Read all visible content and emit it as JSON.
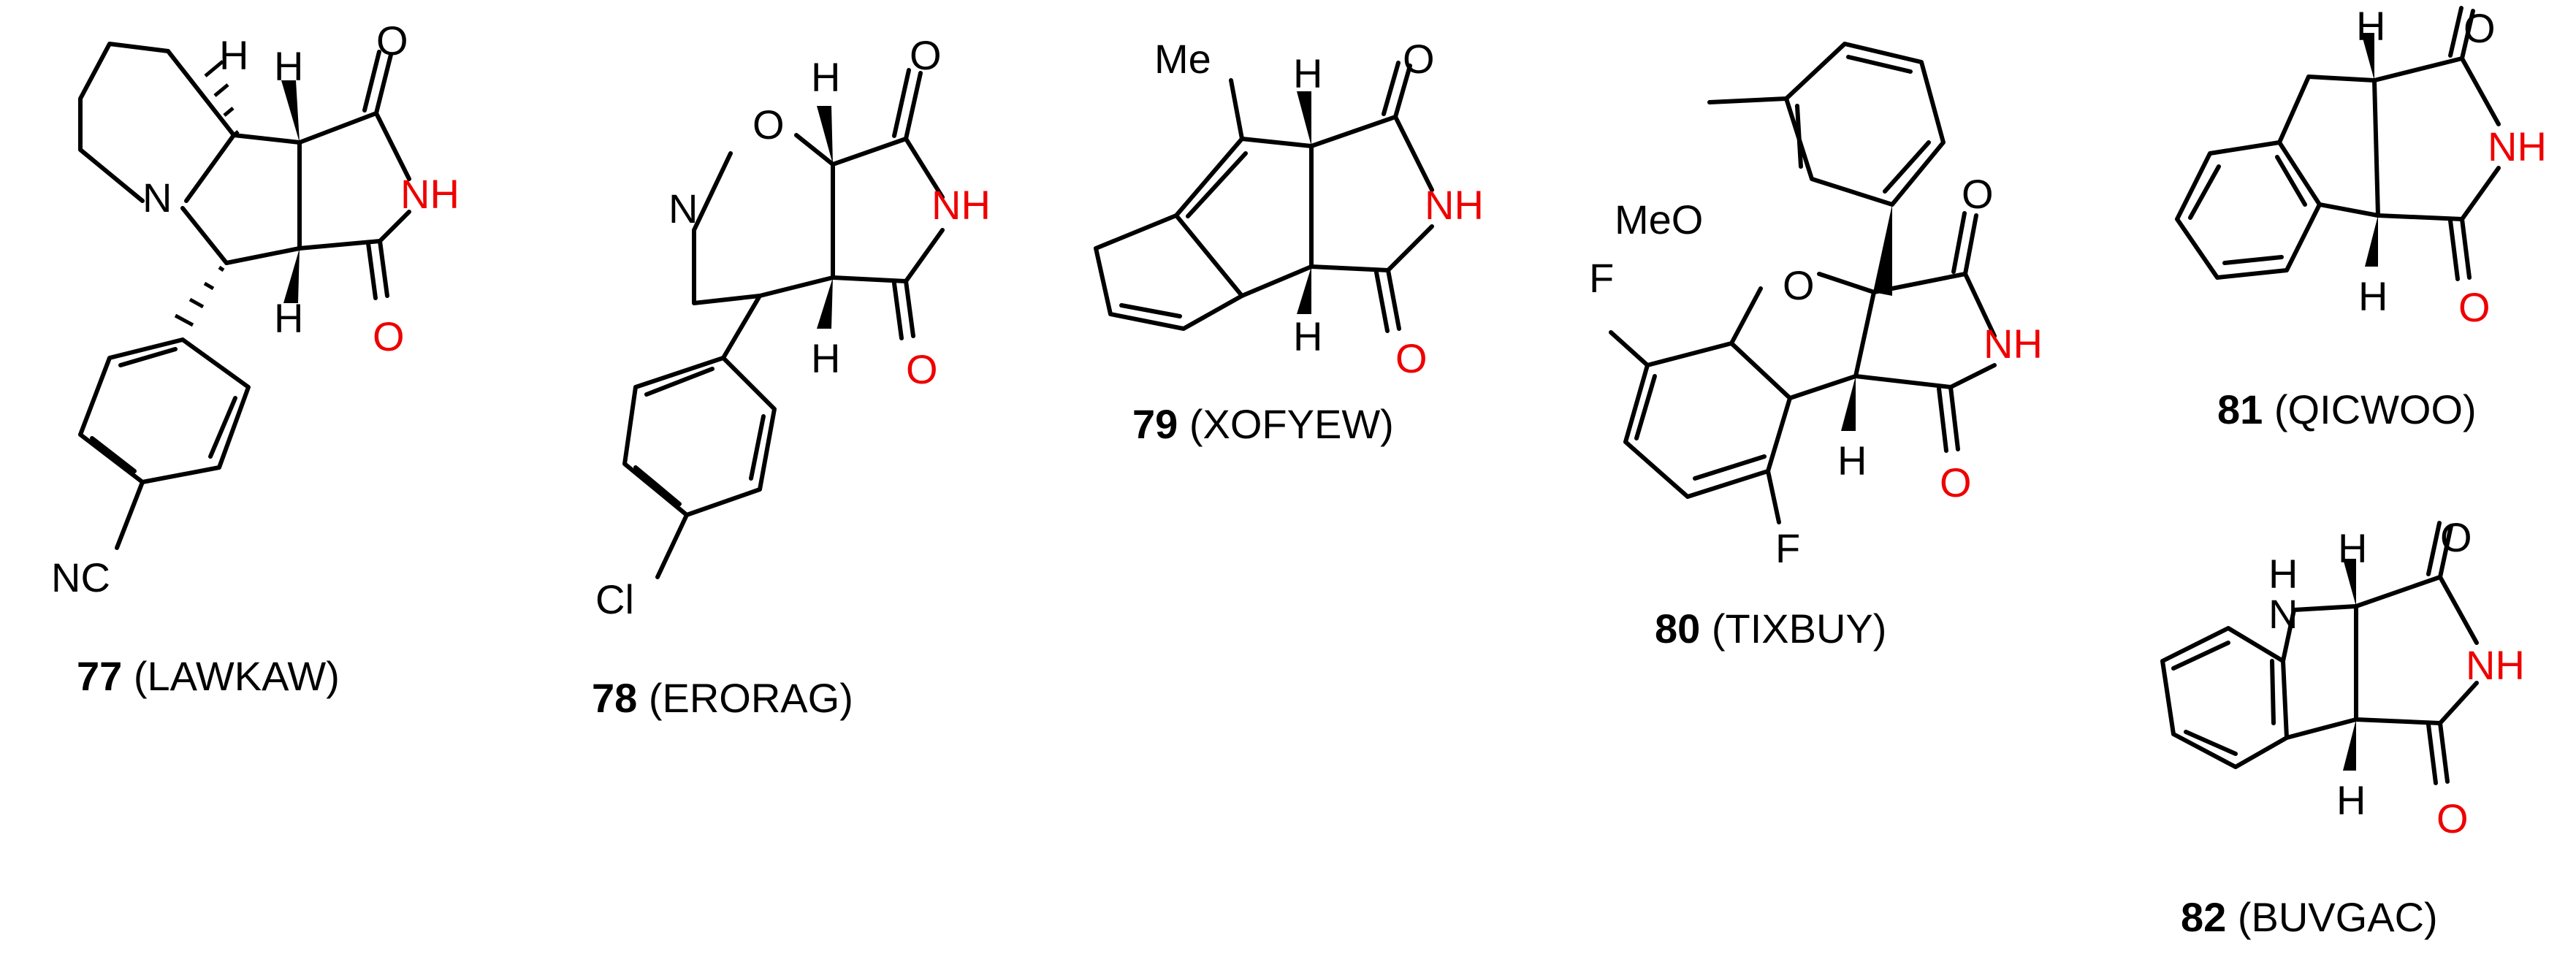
{
  "colors": {
    "bond": "#000000",
    "heteroatom_red": "#ee0000",
    "background": "#ffffff"
  },
  "atoms": {
    "H": "H",
    "O": "O",
    "N": "N",
    "NH": "NH",
    "NC": "NC",
    "Cl": "Cl",
    "Me": "Me",
    "MeO": "MeO",
    "F": "F"
  },
  "compounds": [
    {
      "id": "c77",
      "number": "77",
      "code": "(LAWKAW)"
    },
    {
      "id": "c78",
      "number": "78",
      "code": "(ERORAG)"
    },
    {
      "id": "c79",
      "number": "79",
      "code": "(XOFYEW)"
    },
    {
      "id": "c80",
      "number": "80",
      "code": "(TIXBUY)"
    },
    {
      "id": "c81",
      "number": "81",
      "code": "(QICWOO)"
    },
    {
      "id": "c82",
      "number": "82",
      "code": "(BUVGAC)"
    }
  ]
}
